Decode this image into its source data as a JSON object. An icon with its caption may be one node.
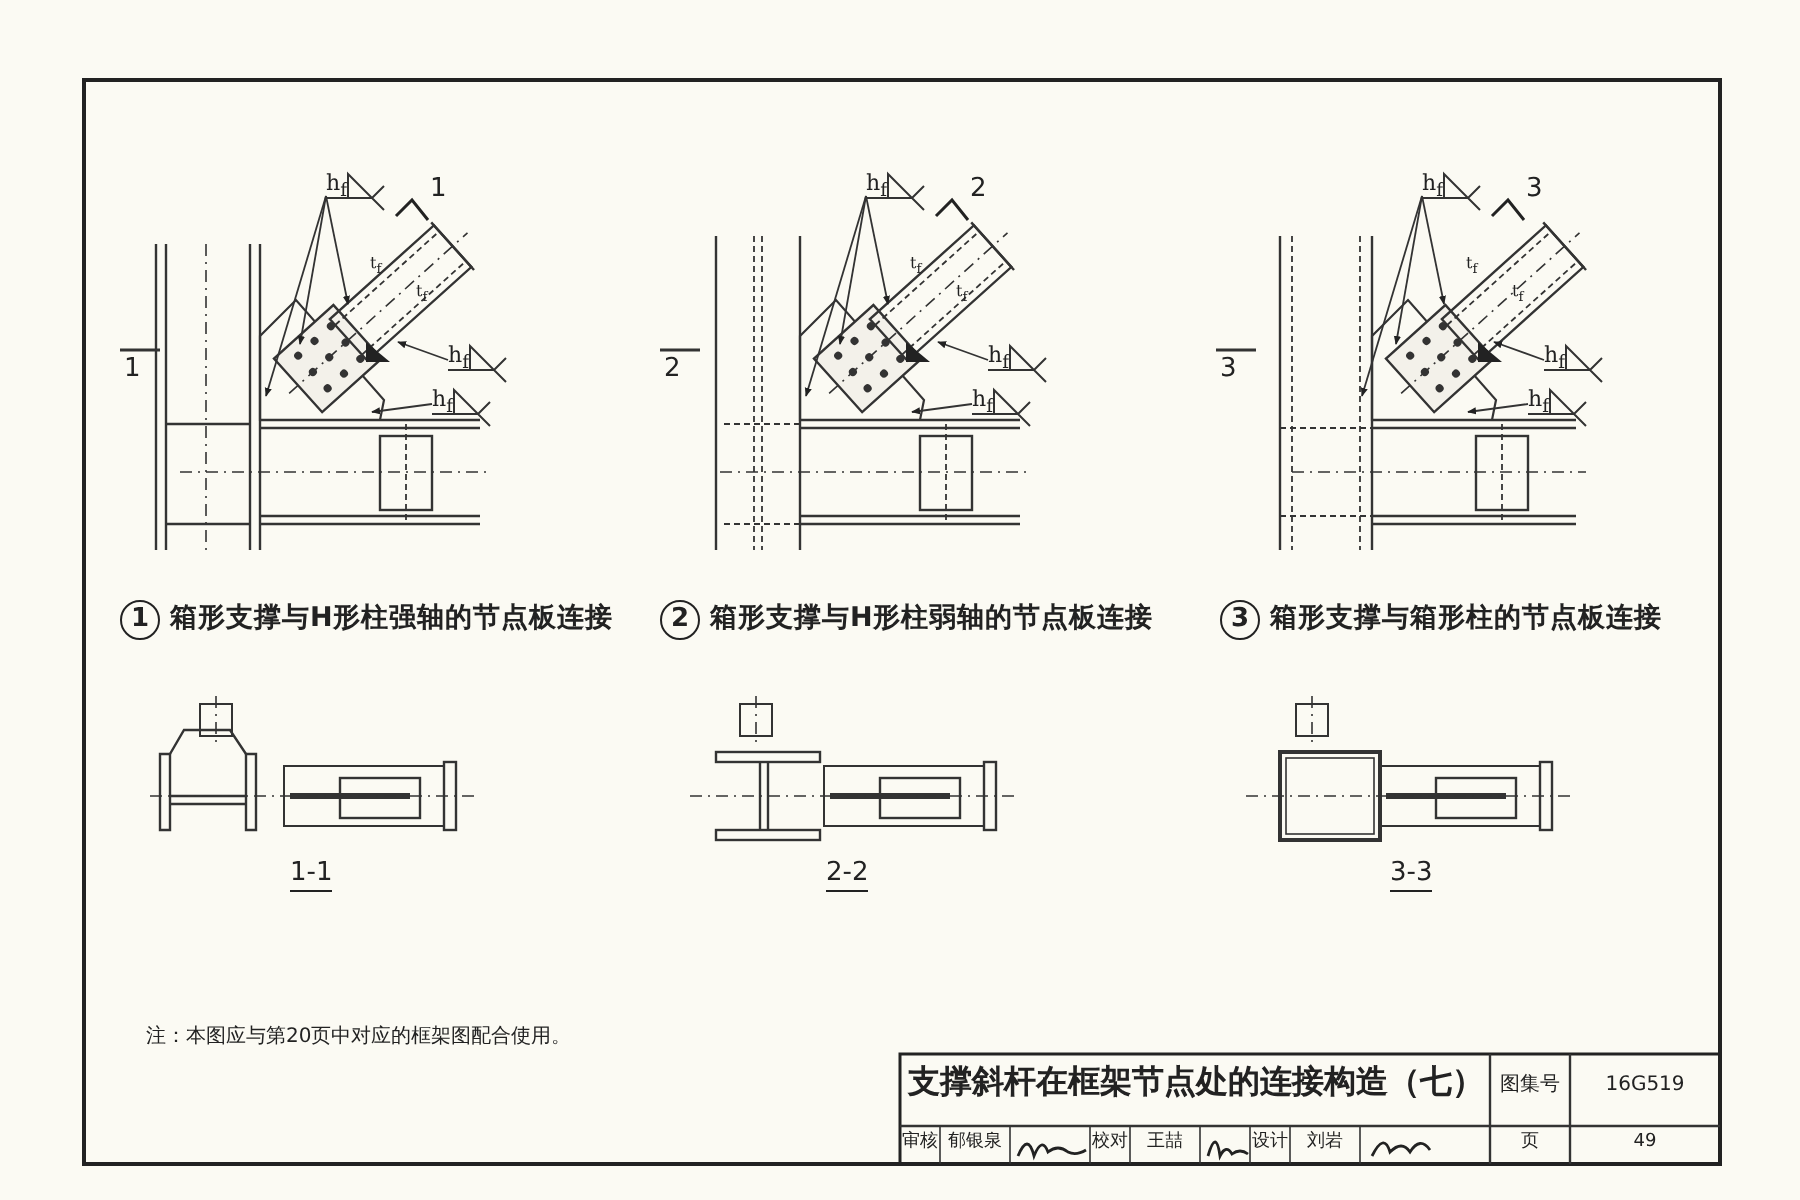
{
  "diagram": {
    "nodes": [
      {
        "text": [
          "h$_{f}$"
        ]
      },
      {
        "text": [
          "h$_{f}$"
        ]
      },
      {
        "text": [
          "h$_{f}$"
        ]
      },
      {
        "text": [
          "1"
        ],
        "beside": [
          "箱形支撑与H形柱强轴的节点板连接"
        ]
      },
      {
        "text": [
          "h$_{f}$"
        ]
      },
      {
        "text": [
          "h$_{f}$"
        ]
      },
      {
        "text": [
          "h$_{f}$"
        ]
      },
      {
        "text": [
          "2"
        ],
        "beside": [
          "箱形支撑与H形柱弱轴的节点板连接"
        ]
      },
      {
        "text": [
          "h$_{f}$"
        ]
      },
      {
        "text": [
          "h$_{f}$"
        ]
      },
      {
        "text": [
          "h$_{f}$"
        ]
      },
      {
        "text": [
          "3"
        ],
        "beside": [
          "箱形支撑与箱形柱的节点板连接"
        ]
      }
    ],
    "edges": [
      {
        "from": 0,
        "to": null,
        "arrow": "to"
      },
      {
        "from": 0,
        "to": null,
        "arrow": "to"
      },
      {
        "from": 0,
        "to": null,
        "arrow": "to"
      },
      {
        "from": 1,
        "to": null,
        "arrow": "to"
      },
      {
        "from": 2,
        "to": null,
        "arrow": "to"
      },
      {
        "from": 4,
        "to": null,
        "arrow": "to"
      },
      {
        "from": 4,
        "to": null,
        "arrow": "to"
      },
      {
        "from": 4,
        "to": null,
        "arrow": "to"
      },
      {
        "from": 5,
        "to": null,
        "arrow": "to"
      },
      {
        "from": 6,
        "to": null,
        "arrow": "to"
      },
      {
        "from": 8,
        "to": null,
        "arrow": "to"
      },
      {
        "from": 8,
        "to": null,
        "arrow": "to"
      },
      {
        "from": 8,
        "to": null,
        "arrow": "to"
      },
      {
        "from": 9,
        "to": null,
        "arrow": "to"
      },
      {
        "from": 10,
        "to": null,
        "arrow": "to"
      }
    ],
    "labels": [
      "1",
      "1",
      "t$_{f}$",
      "t$_{f}$",
      "2",
      "2",
      "t$_{f}$",
      "t$_{f}$",
      "3",
      "3",
      "t$_{f}$",
      "t$_{f}$",
      "1-1",
      "2-2",
      "3-3",
      "注：本图应与第20页中对应的框架图配合使用。",
      "支撑斜杆在框架节点处的连接构造（七）",
      "图集号",
      "16G519",
      "审核",
      "郁银泉",
      "校对",
      "王喆",
      "设计",
      "刘岩",
      "页",
      "49"
    ]
  }
}
